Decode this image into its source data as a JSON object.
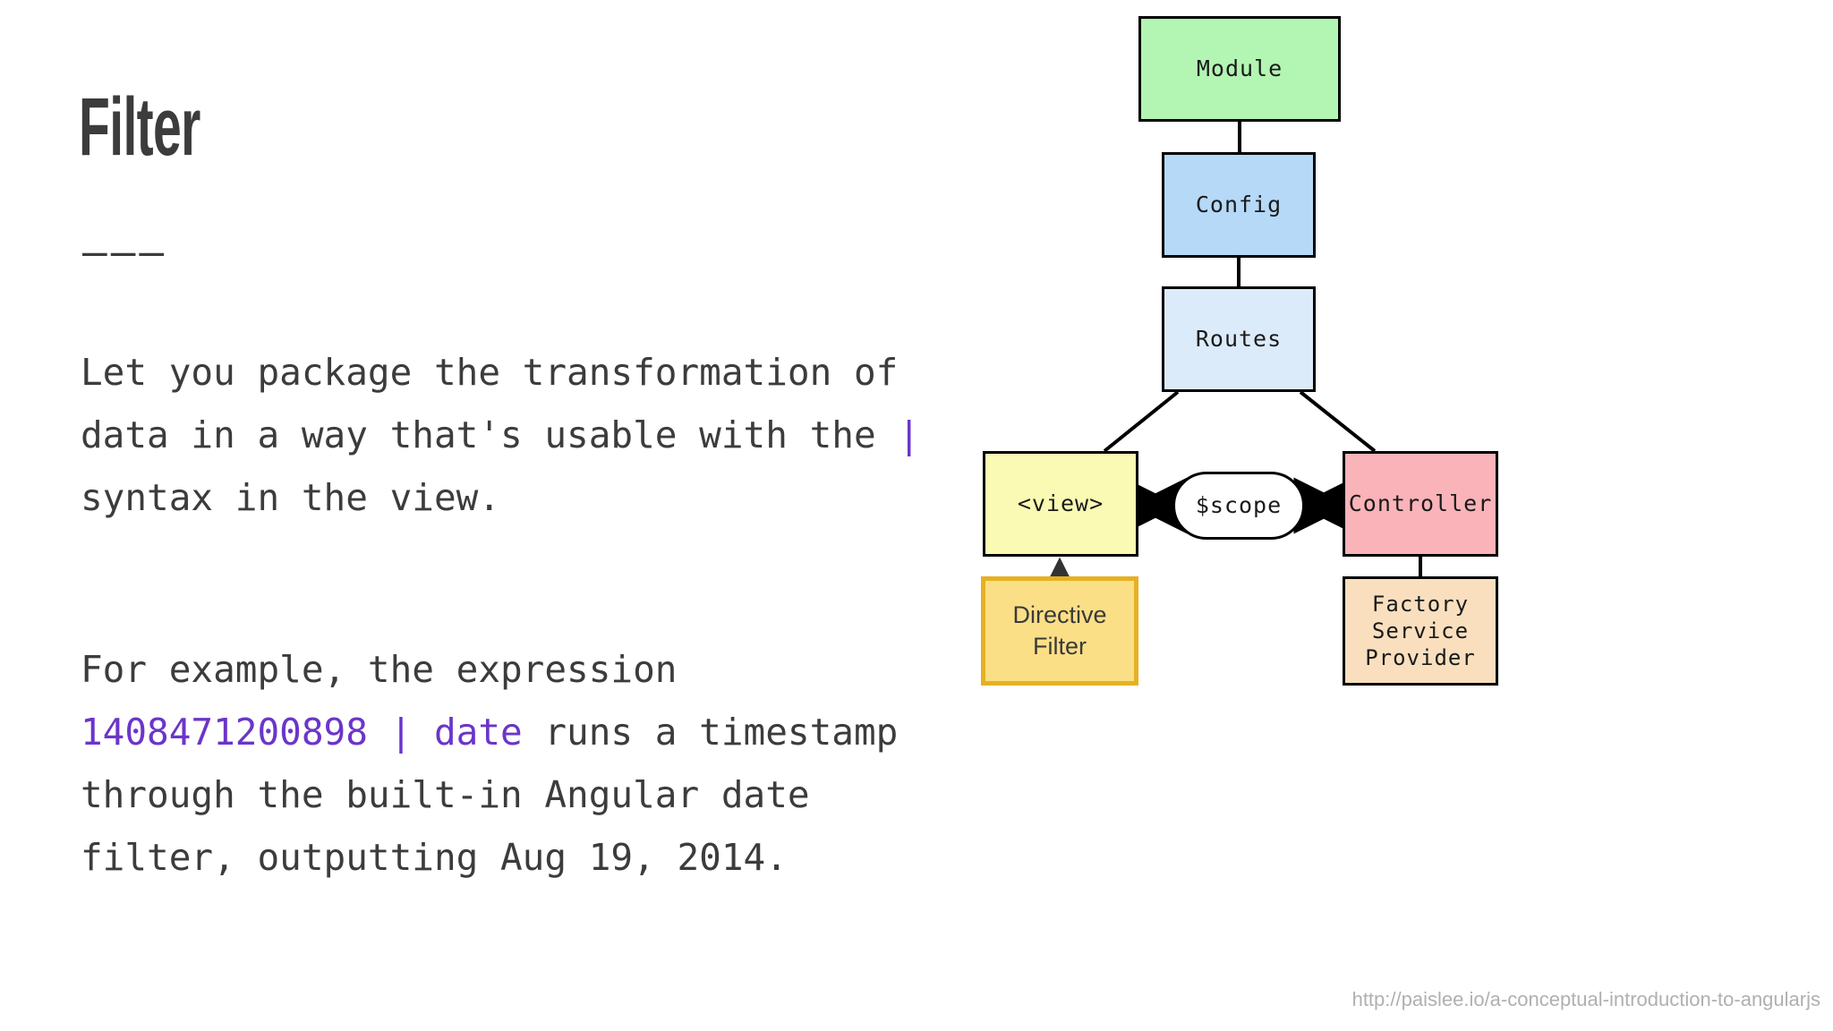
{
  "slide": {
    "title": "Filter",
    "rule": "———",
    "paragraph_1_part_a": "Let you package the transformation of data in a way that's usable with the ",
    "paragraph_1_pipe": "|",
    "paragraph_1_part_b": " syntax in the view.",
    "paragraph_2_part_a": "For example, the expression ",
    "paragraph_2_code": "1408471200898 | date",
    "paragraph_2_part_b": " runs a timestamp through the built-in Angular date filter, outputting Aug 19, 2014.",
    "accent_color": "#6b35c9",
    "text_color": "#3c3c3c"
  },
  "diagram": {
    "source_url": "http://paislee.io/a-conceptual-introduction-to-angularjs",
    "nodes": [
      {
        "id": "module",
        "label": "Module",
        "fill": "#b3f5b3",
        "border": "#000000"
      },
      {
        "id": "config",
        "label": "Config",
        "fill": "#b5d9f7",
        "border": "#000000"
      },
      {
        "id": "routes",
        "label": "Routes",
        "fill": "#dcebfa",
        "border": "#000000"
      },
      {
        "id": "view",
        "label": "<view>",
        "fill": "#fafab4",
        "border": "#000000"
      },
      {
        "id": "scope",
        "label": "$scope",
        "fill": "#ffffff",
        "border": "#000000"
      },
      {
        "id": "controller",
        "label": "Controller",
        "fill": "#fab3b8",
        "border": "#000000"
      },
      {
        "id": "directive",
        "label": "Directive\nFilter",
        "fill": "#fadf86",
        "border": "#e5b123",
        "highlighted": true
      },
      {
        "id": "factory",
        "label": "Factory\nService\nProvider",
        "fill": "#fadfbe",
        "border": "#000000"
      }
    ],
    "edges": [
      {
        "from": "module",
        "to": "config",
        "type": "line"
      },
      {
        "from": "config",
        "to": "routes",
        "type": "line"
      },
      {
        "from": "routes",
        "to": "view",
        "type": "line"
      },
      {
        "from": "routes",
        "to": "controller",
        "type": "line"
      },
      {
        "from": "view",
        "to": "scope",
        "type": "double-arrow"
      },
      {
        "from": "scope",
        "to": "controller",
        "type": "double-arrow"
      },
      {
        "from": "directive",
        "to": "view",
        "type": "arrow"
      },
      {
        "from": "controller",
        "to": "factory",
        "type": "line"
      }
    ]
  }
}
